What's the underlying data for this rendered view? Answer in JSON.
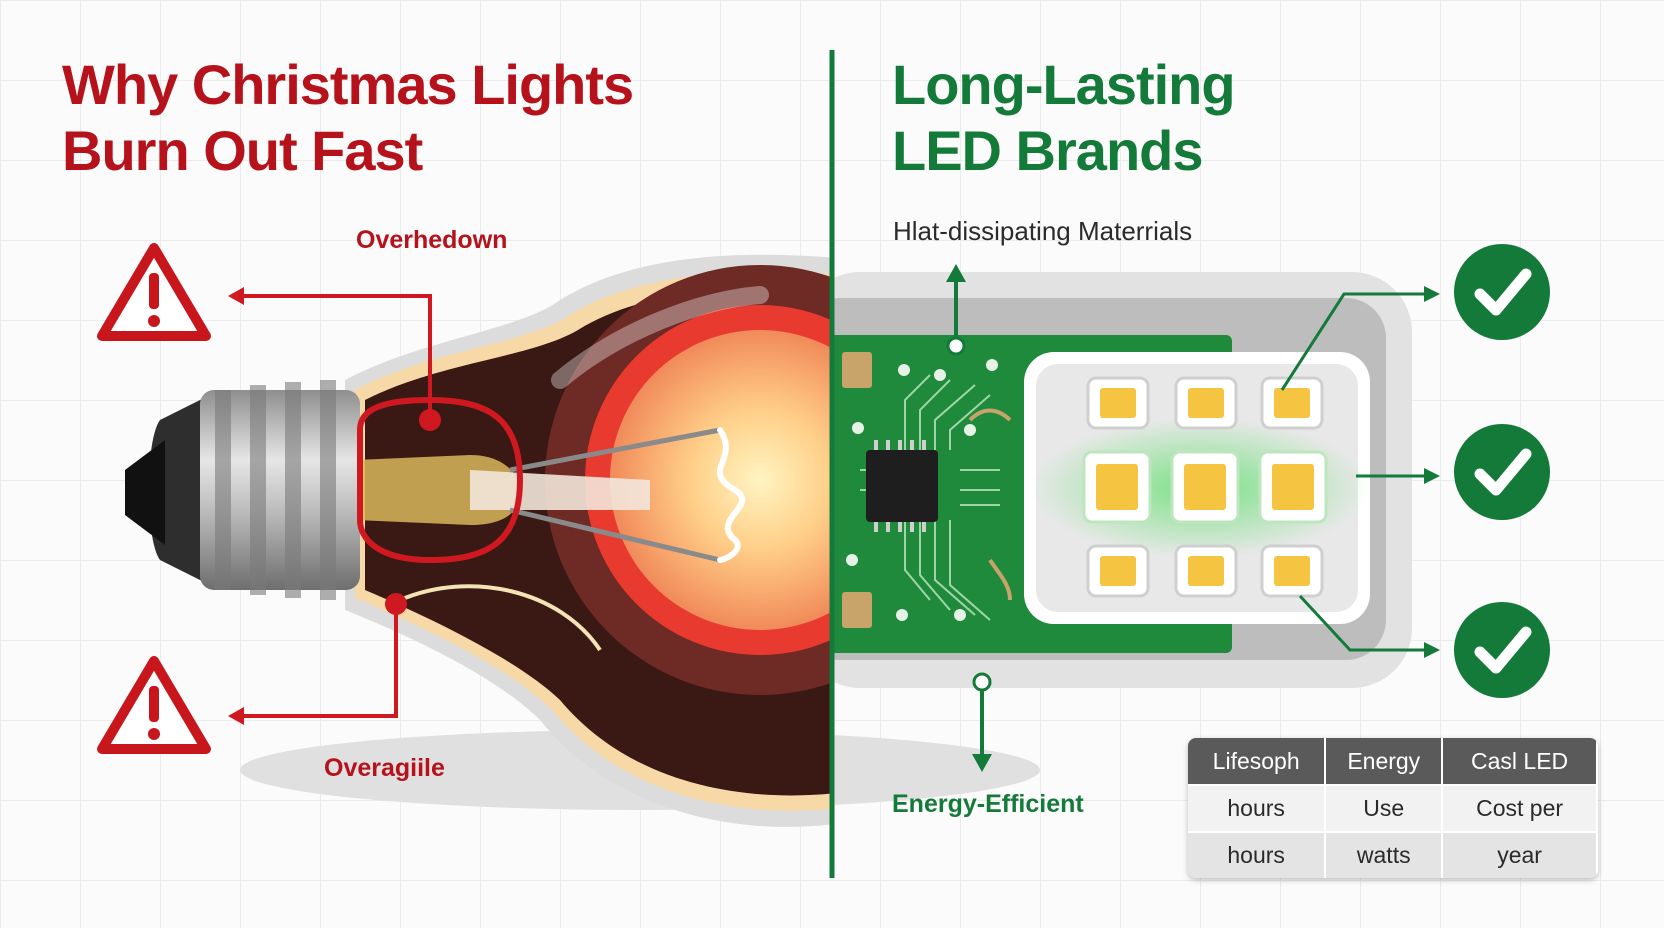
{
  "left": {
    "title_line1": "Why Christmas Lights",
    "title_line2": "Burn Out Fast",
    "label_top": "Overhedown",
    "label_bottom": "Overagiile"
  },
  "right": {
    "title_line1": "Long-Lasting",
    "title_line2": "LED Brands",
    "label_top": "Hlat-dissipating Materrials",
    "label_bottom": "Energy-Efficient"
  },
  "table": {
    "headers": [
      "Lifesoph",
      "Energy",
      "Casl LED"
    ],
    "rows": [
      [
        "hours",
        "Use",
        "Cost per"
      ],
      [
        "hours",
        "watts",
        "year"
      ]
    ]
  },
  "icons": {
    "warning": "warning-triangle-icon",
    "check": "check-circle-icon"
  },
  "colors": {
    "danger": "#c8161d",
    "title_red": "#b5121b",
    "success": "#147a3a",
    "pcb": "#1f8a3c",
    "led": "#f5c542"
  }
}
